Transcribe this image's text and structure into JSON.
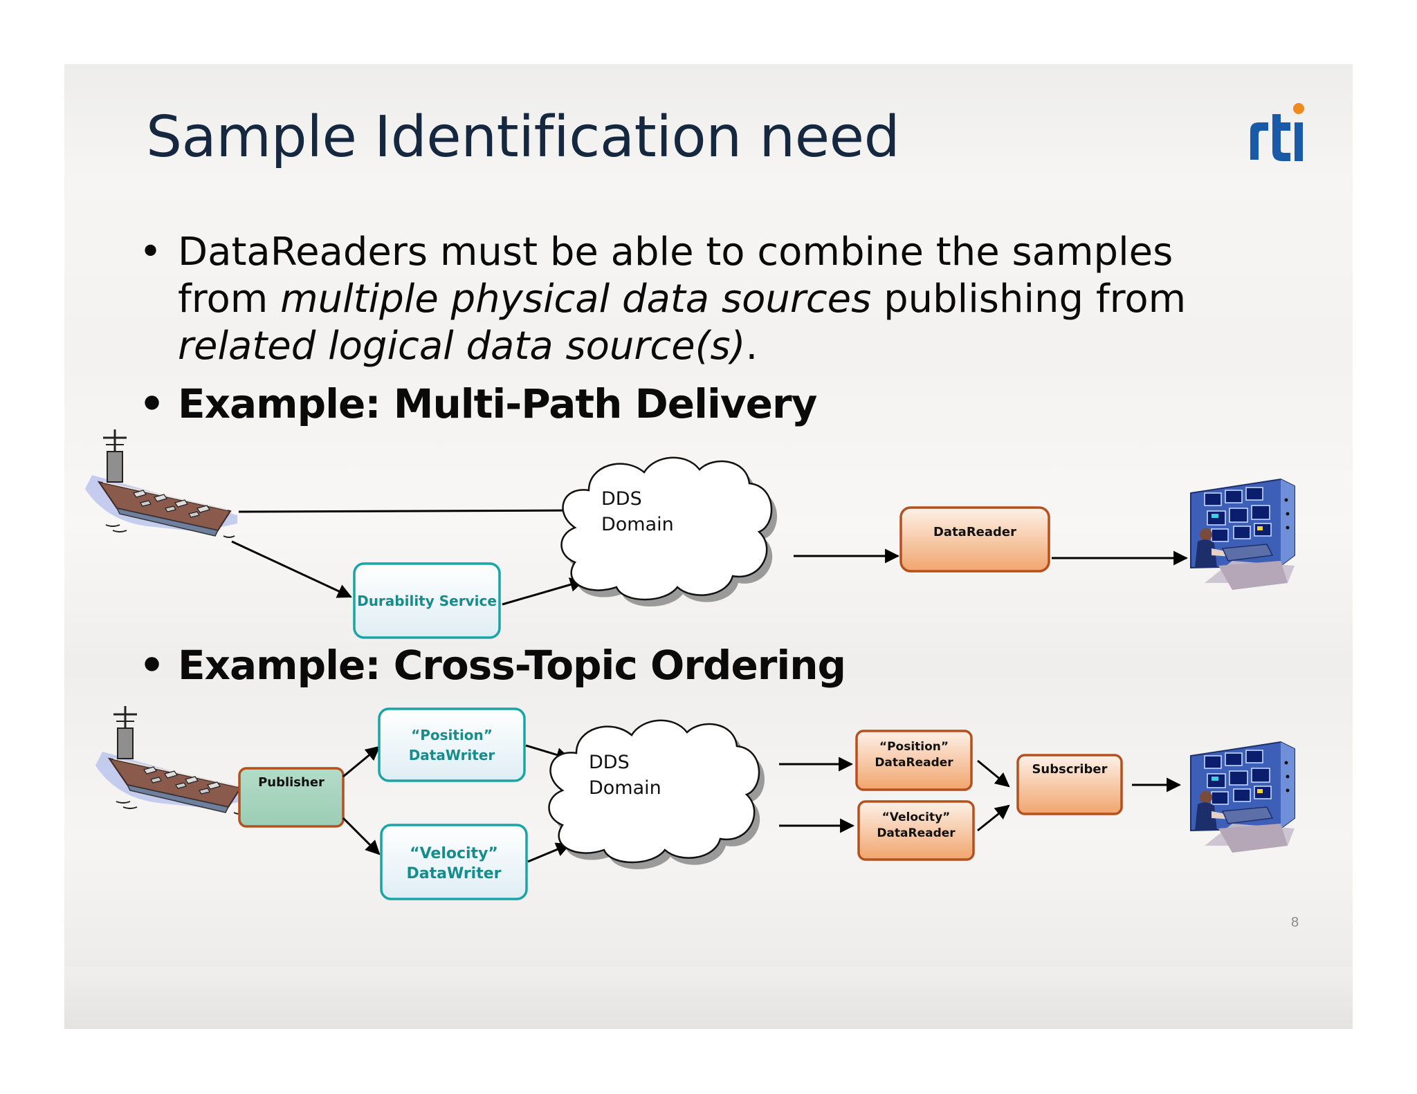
{
  "slide": {
    "title": "Sample Identification need",
    "logo_text": "rti",
    "page_number": "8"
  },
  "bullets": [
    {
      "line1": "DataReaders must be able to combine the samples",
      "line2_prefix": "from ",
      "line2_italic": "multiple physical data sources",
      "line2_suffix": " publishing from",
      "line3_italic": "related logical data source(s)",
      "line3_suffix": "."
    },
    {
      "text": "Example: Multi-Path Delivery"
    },
    {
      "text": "Example: Cross-Topic Ordering"
    }
  ],
  "diagram_top": {
    "cloud_line1": "DDS",
    "cloud_line2": "Domain",
    "durability_service": "Durability Service",
    "datareader": "DataReader"
  },
  "diagram_bottom": {
    "publisher": "Publisher",
    "position_writer_line1": "“Position”",
    "position_writer_line2": "DataWriter",
    "velocity_writer_line1": "“Velocity”",
    "velocity_writer_line2": "DataWriter",
    "cloud_line1": "DDS",
    "cloud_line2": "Domain",
    "position_reader_line1": "“Position”",
    "position_reader_line2": "DataReader",
    "velocity_reader_line1": "“Velocity”",
    "velocity_reader_line2": "DataReader",
    "subscriber": "Subscriber"
  },
  "icons": {
    "ship": "aircraft-carrier-icon",
    "control_room": "control-room-operator-icon"
  },
  "colors": {
    "title": "#16283f",
    "logo_blue": "#1b5aa6",
    "logo_orange": "#f08a1c",
    "teal_border": "#19a5a5",
    "teal_text": "#178c8c",
    "orange_border": "#b4501e",
    "orange_fill_top": "#fbe6d6",
    "orange_fill_bottom": "#f1a56d",
    "publisher_fill": "#a3d2bb"
  }
}
